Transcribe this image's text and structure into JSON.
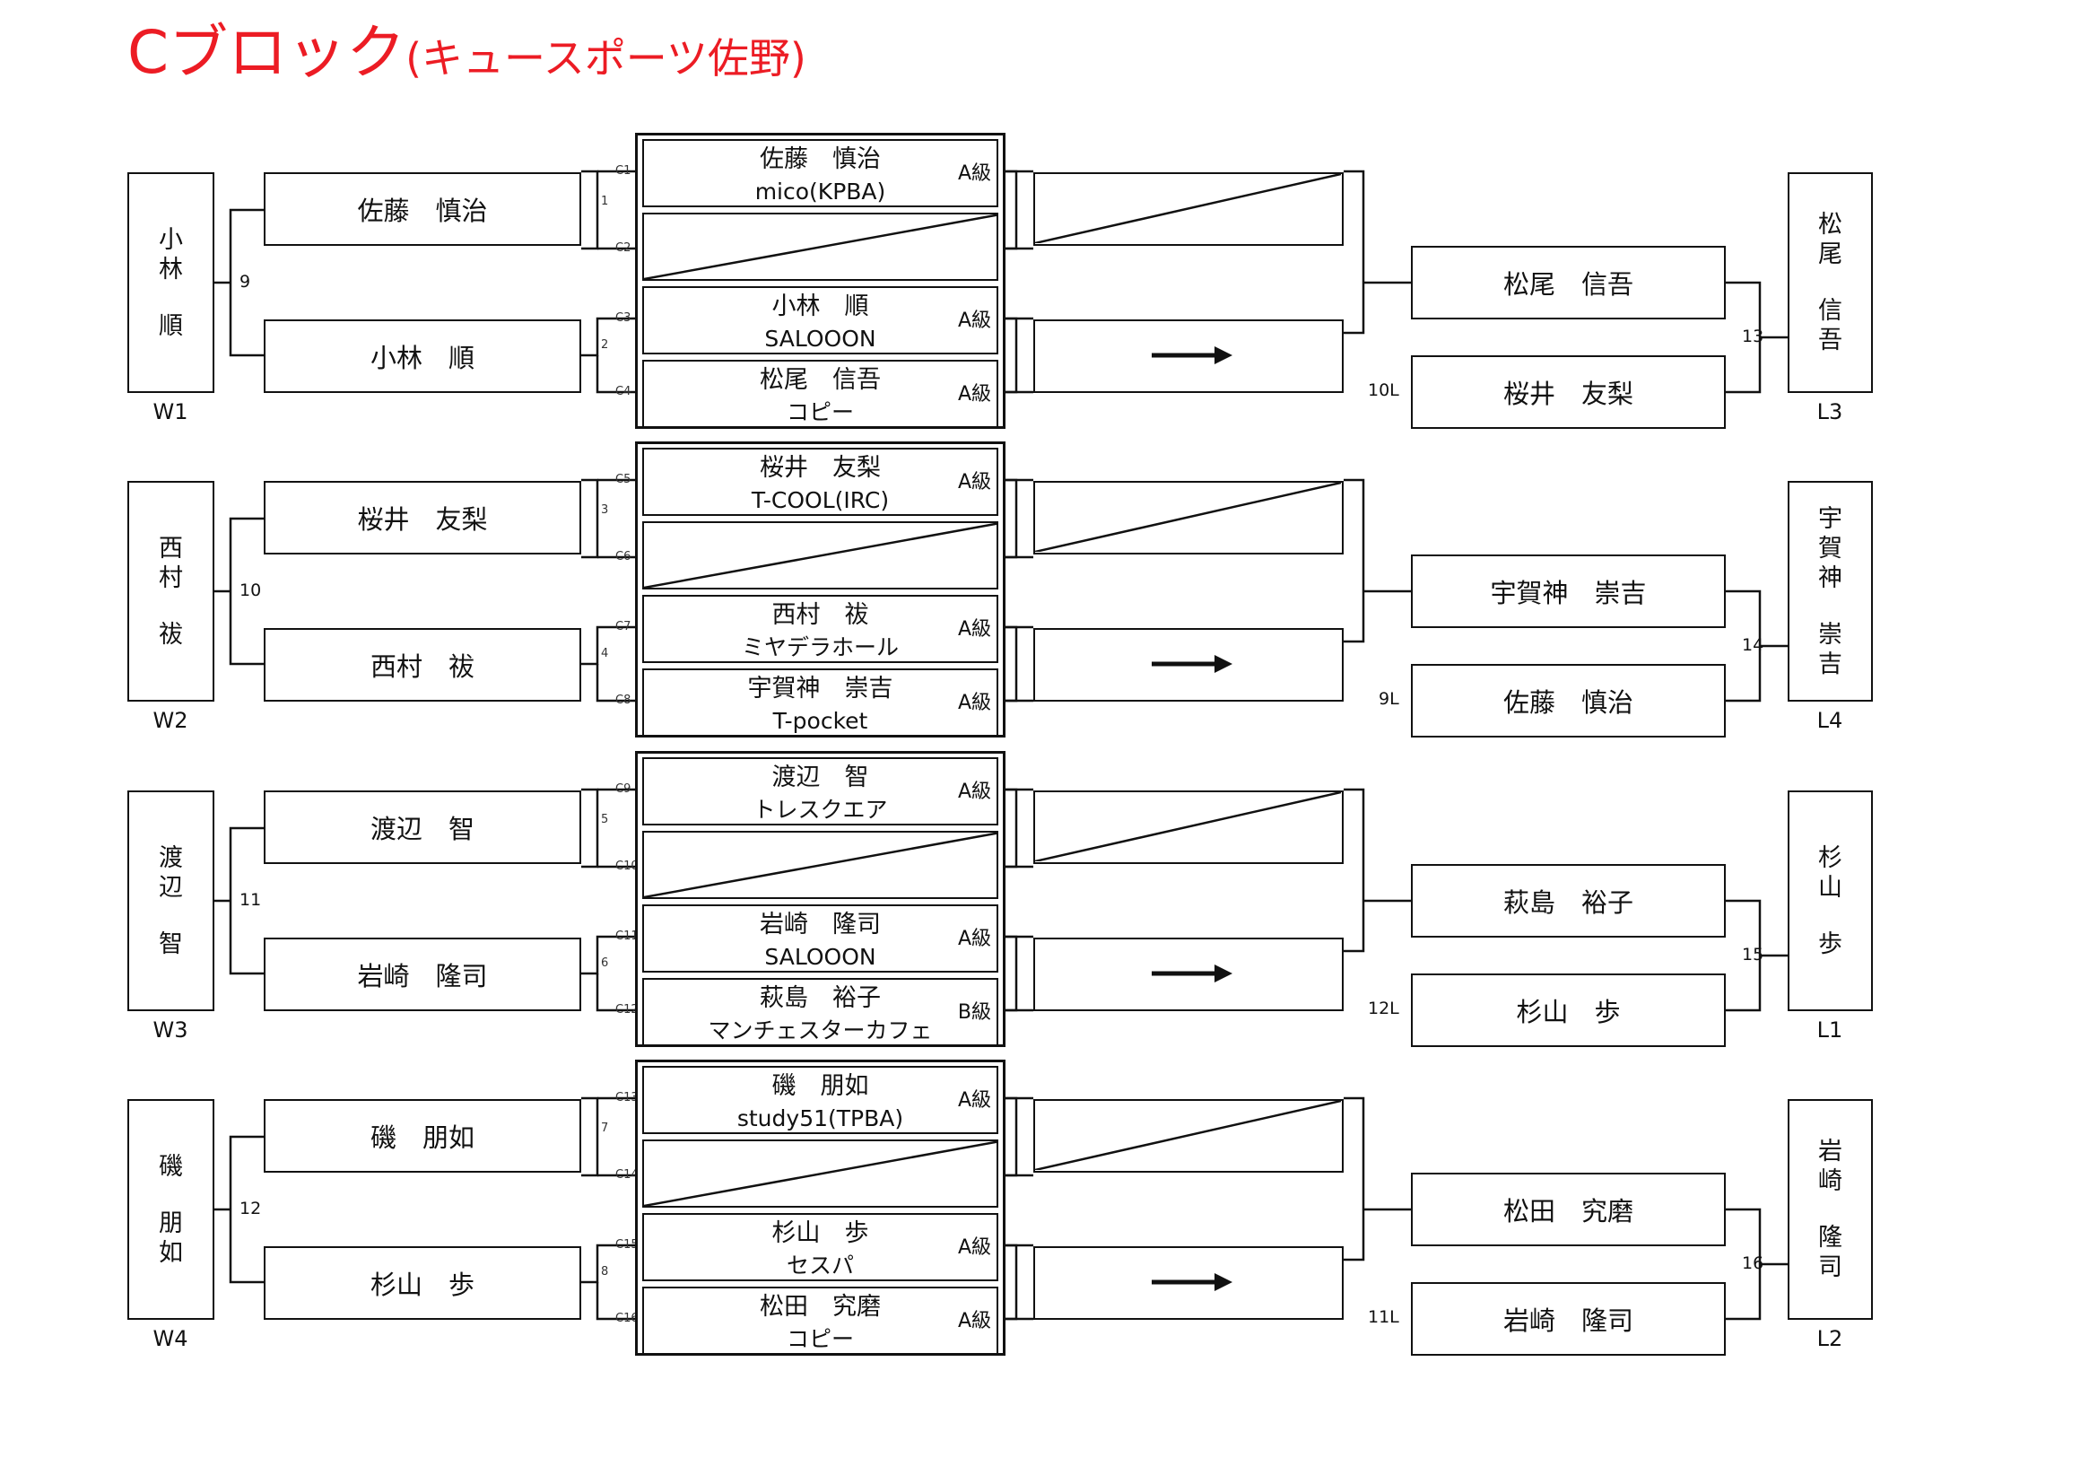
{
  "title": {
    "main": "Cブロック",
    "sub": "(キュースポーツ佐野)"
  },
  "blocks": [
    {
      "left_vertical": [
        "小",
        "林",
        "",
        "順"
      ],
      "left_label": "W1",
      "r1": [
        "佐藤　慎治",
        "小林　順"
      ],
      "r1_match": "9",
      "slot_small": [
        "1",
        "2"
      ],
      "slot_codes": [
        "C1",
        "C2",
        "C3",
        "C4"
      ],
      "entries": [
        {
          "name": "佐藤　慎治",
          "team": "mico(KPBA)",
          "grade": "A級"
        },
        {
          "bye": true
        },
        {
          "name": "小林　順",
          "team": "SALOOON",
          "grade": "A級"
        },
        {
          "name": "松尾　信吾",
          "team": "コピー",
          "grade": "A級"
        }
      ],
      "right_names": [
        "松尾　信吾",
        "桜井　友梨"
      ],
      "loser_from": "10L",
      "final_match": "13",
      "right_vertical": [
        "松",
        "尾",
        "",
        "信",
        "吾"
      ],
      "right_label": "L3"
    },
    {
      "left_vertical": [
        "西",
        "村",
        "",
        "祓"
      ],
      "left_label": "W2",
      "r1": [
        "桜井　友梨",
        "西村　祓"
      ],
      "r1_match": "10",
      "slot_small": [
        "3",
        "4"
      ],
      "slot_codes": [
        "C5",
        "C6",
        "C7",
        "C8"
      ],
      "entries": [
        {
          "name": "桜井　友梨",
          "team": "T-COOL(IRC)",
          "grade": "A級"
        },
        {
          "bye": true
        },
        {
          "name": "西村　祓",
          "team": "ミヤデラホール",
          "grade": "A級"
        },
        {
          "name": "宇賀神　崇吉",
          "team": "T-pocket",
          "grade": "A級"
        }
      ],
      "right_names": [
        "宇賀神　崇吉",
        "佐藤　慎治"
      ],
      "loser_from": "9L",
      "final_match": "14",
      "right_vertical": [
        "宇",
        "賀",
        "神",
        "",
        "崇",
        "吉"
      ],
      "right_label": "L4"
    },
    {
      "left_vertical": [
        "渡",
        "辺",
        "",
        "智"
      ],
      "left_label": "W3",
      "r1": [
        "渡辺　智",
        "岩崎　隆司"
      ],
      "r1_match": "11",
      "slot_small": [
        "5",
        "6"
      ],
      "slot_codes": [
        "C9",
        "C10",
        "C11",
        "C12"
      ],
      "entries": [
        {
          "name": "渡辺　智",
          "team": "トレスクエア",
          "grade": "A級"
        },
        {
          "bye": true
        },
        {
          "name": "岩崎　隆司",
          "team": "SALOOON",
          "grade": "A級"
        },
        {
          "name": "萩島　裕子",
          "team": "マンチェスターカフェ",
          "grade": "B級"
        }
      ],
      "right_names": [
        "萩島　裕子",
        "杉山　歩"
      ],
      "loser_from": "12L",
      "final_match": "15",
      "right_vertical": [
        "杉",
        "山",
        "",
        "歩"
      ],
      "right_label": "L1"
    },
    {
      "left_vertical": [
        "磯",
        "",
        "朋",
        "如"
      ],
      "left_label": "W4",
      "r1": [
        "磯　朋如",
        "杉山　歩"
      ],
      "r1_match": "12",
      "slot_small": [
        "7",
        "8"
      ],
      "slot_codes": [
        "C13",
        "C14",
        "C15",
        "C16"
      ],
      "entries": [
        {
          "name": "磯　朋如",
          "team": "study51(TPBA)",
          "grade": "A級"
        },
        {
          "bye": true
        },
        {
          "name": "杉山　歩",
          "team": "セスパ",
          "grade": "A級"
        },
        {
          "name": "松田　究磨",
          "team": "コピー",
          "grade": "A級"
        }
      ],
      "right_names": [
        "松田　究磨",
        "岩崎　隆司"
      ],
      "loser_from": "11L",
      "final_match": "16",
      "right_vertical": [
        "岩",
        "崎",
        "",
        "隆",
        "司"
      ],
      "right_label": "L2"
    }
  ]
}
